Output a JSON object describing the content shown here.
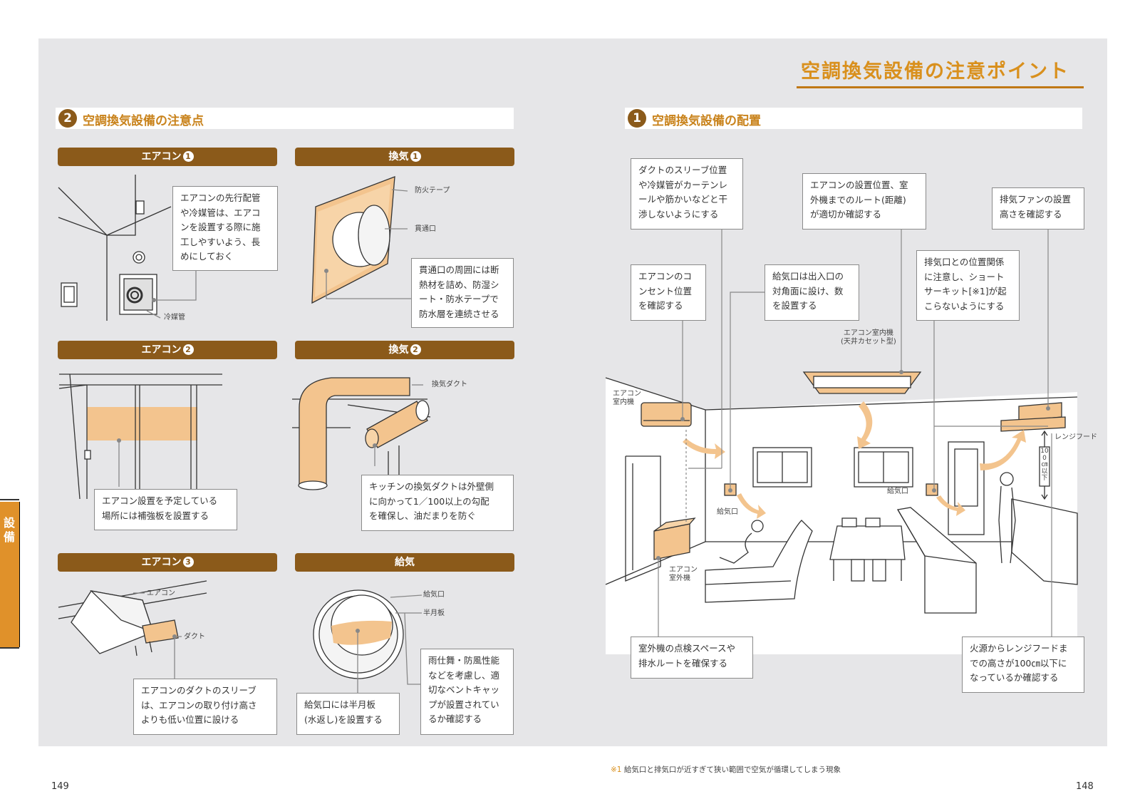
{
  "title": "空調換気設備の注意ポイント",
  "colors": {
    "accent": "#d9901d",
    "brown": "#8b5a1a",
    "panel": "#e6e6e8",
    "duct": "#f2c48e"
  },
  "section2": {
    "num": "2",
    "label": "空調換気設備の注意点",
    "cards": [
      {
        "bar": "エアコン",
        "badge": "1",
        "note": "エアコンの先行配管\nや冷媒管は、エアコ\nンを設置する際に施\n工しやすいよう、長\nめにしておく",
        "labels": [
          "冷媒管"
        ]
      },
      {
        "bar": "換気",
        "badge": "1",
        "note": "貫通口の周囲には断\n熱材を詰め、防湿シ\nート・防水テープで\n防水層を連続させる",
        "labels": [
          "防火テープ",
          "貫通口"
        ]
      },
      {
        "bar": "エアコン",
        "badge": "2",
        "note": "エアコン設置を予定している\n場所には補強板を設置する",
        "labels": []
      },
      {
        "bar": "換気",
        "badge": "2",
        "note": "キッチンの換気ダクトは外壁側\nに向かって1／100以上の勾配\nを確保し、油だまりを防ぐ",
        "labels": [
          "換気ダクト"
        ]
      },
      {
        "bar": "エアコン",
        "badge": "3",
        "note": "エアコンのダクトのスリーブ\nは、エアコンの取り付け高さ\nよりも低い位置に設ける",
        "labels": [
          "エアコン",
          "ダクト"
        ]
      },
      {
        "bar": "給気",
        "badge": "",
        "note": "給気口には半月板\n(水返し)を設置する",
        "note2": "雨仕舞・防風性能\nなどを考慮し、適\n切なベントキャッ\nプが設置されてい\nるか確認する",
        "labels": [
          "給気口",
          "半月板"
        ]
      }
    ]
  },
  "section1": {
    "num": "1",
    "label": "空調換気設備の配置",
    "notes": [
      "ダクトのスリーブ位置\nや冷媒管がカーテンレ\nールや筋かいなどと干\n渉しないようにする",
      "エアコンの設置位置、室\n外機までのルート(距離)\nが適切か確認する",
      "排気ファンの設置\n高さを確認する",
      "エアコンのコ\nンセント位置\nを確認する",
      "給気口は出入口の\n対角面に設け、数\nを設置する",
      "排気口との位置関係\nに注意し、ショート\nサーキット[※1]が起\nこらないようにする",
      "室外機の点検スペースや\n排水ルートを確保する",
      "火源からレンジフードま\nでの高さが100㎝以下に\nなっているか確認する"
    ],
    "labels": {
      "indoor_ceiling": "エアコン室内機\n(天井カセット型)",
      "indoor_wall": "エアコン\n室内機",
      "outdoor": "エアコン\n室外機",
      "supply_left": "給気口",
      "supply_right": "給気口",
      "hood": "レンジフード",
      "height": "100㎝以下"
    }
  },
  "side_tab": "設備",
  "footnote_mark": "※1",
  "footnote": "給気口と排気口が近すぎて狭い範囲で空気が循環してしまう現象",
  "page_left": "149",
  "page_right": "148"
}
